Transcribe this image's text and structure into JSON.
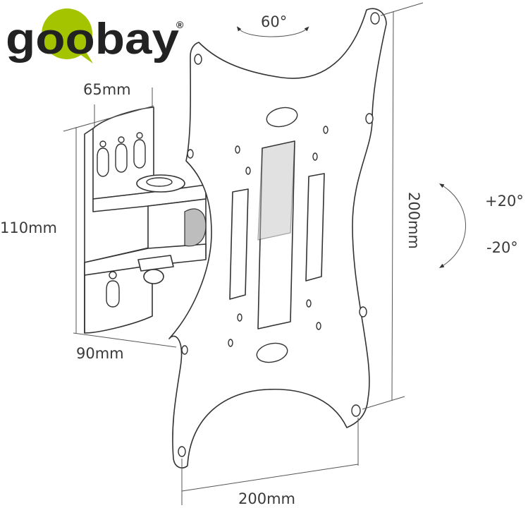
{
  "brand": {
    "name": "goobay",
    "registered_mark": "®",
    "accent_color": "#a4c400",
    "text_color": "#222222"
  },
  "dimensions": {
    "bracket_width": "65mm",
    "bracket_height": "110mm",
    "bracket_depth": "90mm",
    "plate_width": "200mm",
    "plate_height": "200mm"
  },
  "rotation": {
    "swivel": "60°",
    "tilt_up": "+20°",
    "tilt_down": "-20°"
  }
}
